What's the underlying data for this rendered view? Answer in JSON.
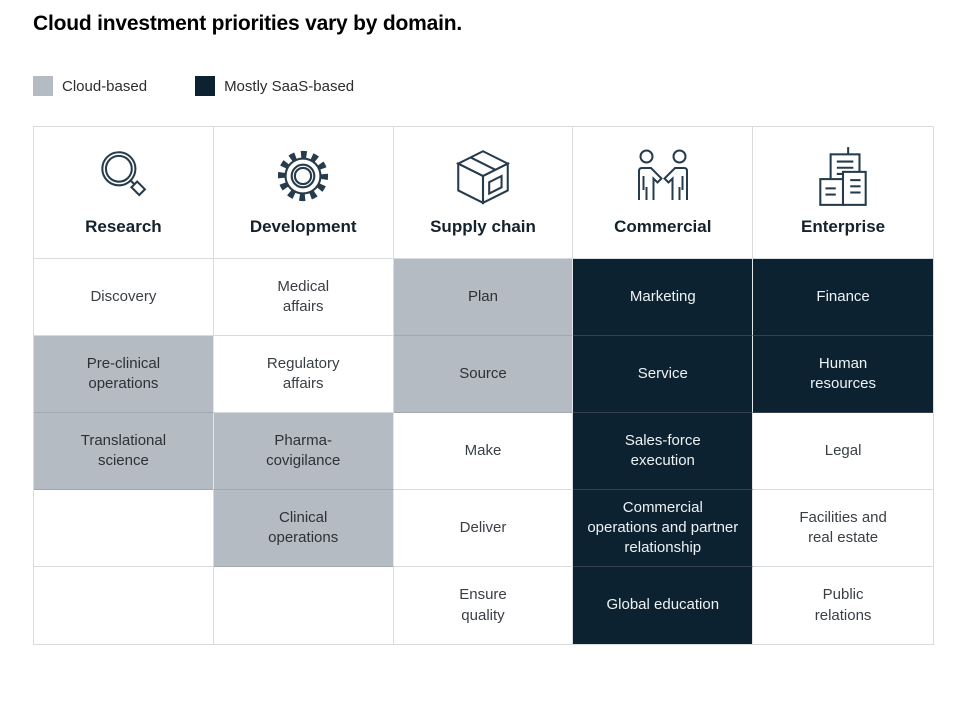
{
  "title": "Cloud investment priorities vary by domain.",
  "legend": {
    "items": [
      {
        "label": "Cloud-based",
        "color": "#b5bbc2",
        "key": "cloud"
      },
      {
        "label": "Mostly SaaS-based",
        "color": "#0d2231",
        "key": "saas"
      }
    ]
  },
  "chart_data": {
    "type": "table",
    "title": "Cloud investment priorities vary by domain.",
    "legend": {
      "cloud": "Cloud-based",
      "saas": "Mostly SaaS-based",
      "none": "unshaded"
    },
    "category_colors": {
      "cloud": "#b5bbc2",
      "saas": "#0d2231",
      "none": "#ffffff"
    },
    "columns": [
      {
        "label": "Research",
        "icon": "magnifier-icon"
      },
      {
        "label": "Development",
        "icon": "gear-icon"
      },
      {
        "label": "Supply chain",
        "icon": "box-icon"
      },
      {
        "label": "Commercial",
        "icon": "handshake-people-icon"
      },
      {
        "label": "Enterprise",
        "icon": "buildings-icon"
      }
    ],
    "rows": [
      {
        "cells": [
          {
            "text": "Discovery",
            "category": "none"
          },
          {
            "text": "Medical\naffairs",
            "category": "none"
          },
          {
            "text": "Plan",
            "category": "cloud"
          },
          {
            "text": "Marketing",
            "category": "saas"
          },
          {
            "text": "Finance",
            "category": "saas"
          }
        ]
      },
      {
        "cells": [
          {
            "text": "Pre-clinical\noperations",
            "category": "cloud"
          },
          {
            "text": "Regulatory\naffairs",
            "category": "none"
          },
          {
            "text": "Source",
            "category": "cloud"
          },
          {
            "text": "Service",
            "category": "saas"
          },
          {
            "text": "Human\nresources",
            "category": "saas"
          }
        ]
      },
      {
        "cells": [
          {
            "text": "Translational\nscience",
            "category": "cloud"
          },
          {
            "text": "Pharma-\ncovigilance",
            "category": "cloud"
          },
          {
            "text": "Make",
            "category": "none"
          },
          {
            "text": "Sales-force\nexecution",
            "category": "saas"
          },
          {
            "text": "Legal",
            "category": "none"
          }
        ]
      },
      {
        "cells": [
          {
            "text": "",
            "category": "none"
          },
          {
            "text": "Clinical\noperations",
            "category": "cloud"
          },
          {
            "text": "Deliver",
            "category": "none"
          },
          {
            "text": "Commercial\noperations and partner\nrelationship",
            "category": "saas"
          },
          {
            "text": "Facilities and\nreal estate",
            "category": "none"
          }
        ]
      },
      {
        "cells": [
          {
            "text": "",
            "category": "none"
          },
          {
            "text": "",
            "category": "none"
          },
          {
            "text": "Ensure\nquality",
            "category": "none"
          },
          {
            "text": "Global education",
            "category": "saas"
          },
          {
            "text": "Public\nrelations",
            "category": "none"
          }
        ]
      }
    ]
  }
}
